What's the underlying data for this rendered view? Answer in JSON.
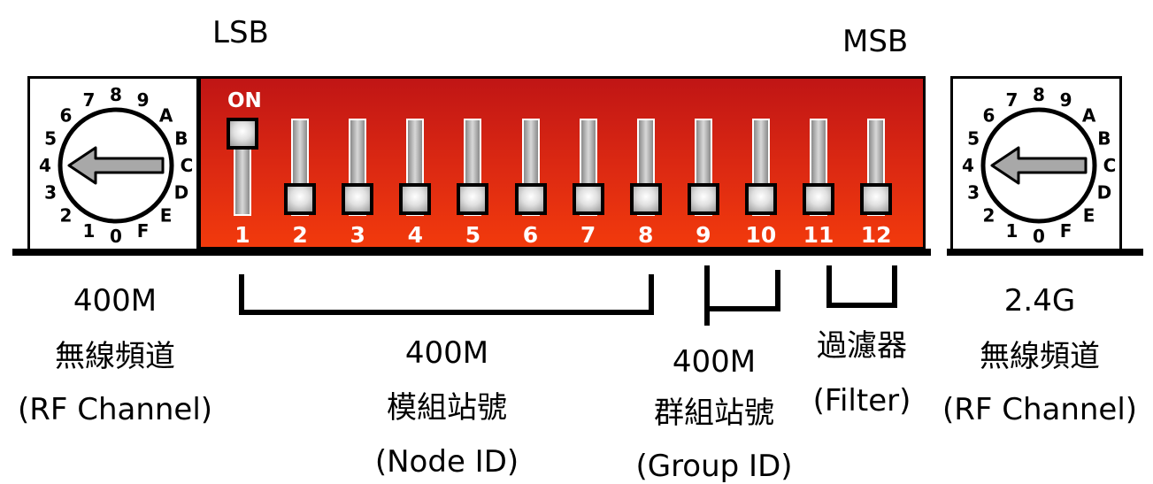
{
  "header": {
    "lsb": "LSB",
    "msb": "MSB"
  },
  "dip_switch": {
    "on_label": "ON",
    "switches": [
      {
        "number": "1",
        "on": true
      },
      {
        "number": "2",
        "on": false
      },
      {
        "number": "3",
        "on": false
      },
      {
        "number": "4",
        "on": false
      },
      {
        "number": "5",
        "on": false
      },
      {
        "number": "6",
        "on": false
      },
      {
        "number": "7",
        "on": false
      },
      {
        "number": "8",
        "on": false
      },
      {
        "number": "9",
        "on": false
      },
      {
        "number": "10",
        "on": false
      },
      {
        "number": "11",
        "on": false
      },
      {
        "number": "12",
        "on": false
      }
    ],
    "body_color": "#dd2a12"
  },
  "rotary_dials": {
    "positions": [
      "0",
      "1",
      "2",
      "3",
      "4",
      "5",
      "6",
      "7",
      "8",
      "9",
      "A",
      "B",
      "C",
      "D",
      "E",
      "F"
    ],
    "left_pointer": "4",
    "right_pointer": "4"
  },
  "labels": {
    "left": {
      "line1": "400M",
      "line2": "無線頻道",
      "line3": "(RF Channel)"
    },
    "node": {
      "line1": "400M",
      "line2": "模組站號",
      "line3": "(Node ID)"
    },
    "group": {
      "line1": "400M",
      "line2": "群組站號",
      "line3": "(Group ID)"
    },
    "filter": {
      "line1": "過濾器",
      "line2": "(Filter)"
    },
    "right": {
      "line1": "2.4G",
      "line2": "無線頻道",
      "line3": "(RF Channel)"
    }
  }
}
